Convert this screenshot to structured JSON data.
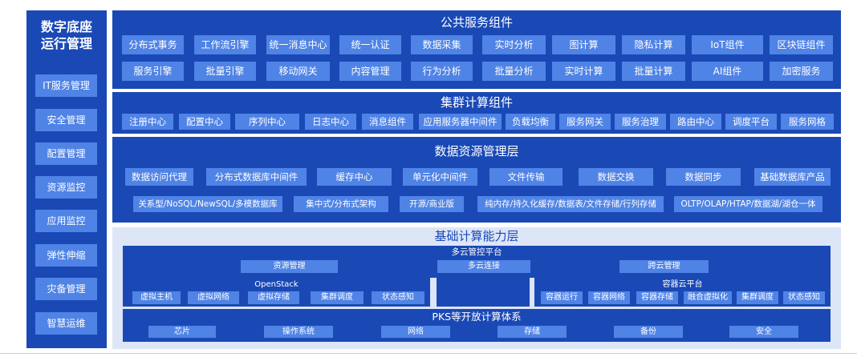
{
  "sidebar": {
    "title_line1": "数字底座",
    "title_line2": "运行管理",
    "items": [
      "IT服务管理",
      "安全管理",
      "配置管理",
      "资源监控",
      "应用监控",
      "弹性伸缩",
      "灾备管理",
      "智慧运维"
    ]
  },
  "public_services": {
    "title": "公共服务组件",
    "row1": [
      "分布式事务",
      "工作流引擎",
      "统一消息中心",
      "统一认证",
      "数据采集",
      "实时分析",
      "图计算",
      "隐私计算",
      "IoT组件",
      "区块链组件"
    ],
    "row2": [
      "服务引擎",
      "批量引擎",
      "移动网关",
      "内容管理",
      "行为分析",
      "批量分析",
      "实时计算",
      "批量计算",
      "AI组件",
      "加密服务"
    ]
  },
  "cluster": {
    "title": "集群计算组件",
    "items": [
      "注册中心",
      "配置中心",
      "序列中心",
      "日志中心",
      "消息组件",
      "应用服务器中间件",
      "负载均衡",
      "服务网关",
      "服务治理",
      "路由中心",
      "调度平台",
      "服务网格"
    ]
  },
  "data_layer": {
    "title": "数据资源管理层",
    "row1": [
      "数据访问代理",
      "分布式数据库中间件",
      "缓存中心",
      "单元化中间件",
      "文件传输",
      "数据交换",
      "数据同步",
      "基础数据库产品"
    ],
    "row2": [
      "关系型/NoSQL/NewSQL/多模数据库",
      "集中式/分布式架构",
      "开源/商业版",
      "纯内存/持久化缓存/数据表/文件存储/行列存储",
      "OLTP/OLAP/HTAP/数据湖/湖仓一体"
    ]
  },
  "base_layer": {
    "title": "基础计算能力层",
    "multicloud": {
      "title": "多云管控平台",
      "items": [
        "资源管理",
        "多云连接",
        "跨云管理"
      ]
    },
    "openstack": {
      "title": "OpenStack",
      "items": [
        "虚拟主机",
        "虚拟网络",
        "虚拟存储",
        "集群调度",
        "状态感知"
      ]
    },
    "container": {
      "title": "容器云平台",
      "items": [
        "容器运行",
        "容器网络",
        "容器存储",
        "融合虚拟化",
        "集群调度",
        "状态感知"
      ]
    },
    "pks": {
      "title": "PKS等开放计算体系",
      "items": [
        "芯片",
        "操作系统",
        "网络",
        "存储",
        "备份",
        "安全"
      ]
    }
  }
}
